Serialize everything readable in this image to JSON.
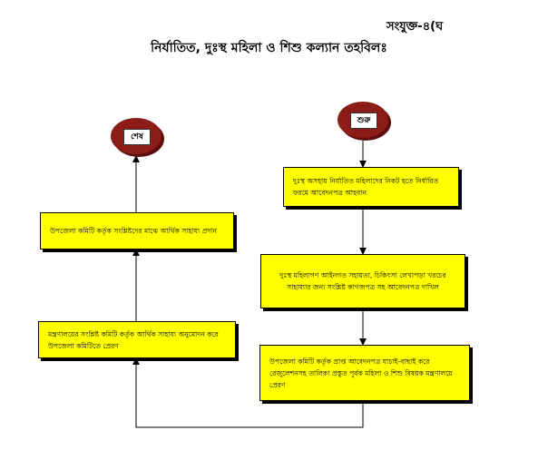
{
  "annex_label": "সংযুক্ত-৪(ঘ",
  "title": "নির্যাতিত, দুঃস্থ মহিলা ও শিশু কল্যান তহবিলঃ",
  "flow": {
    "start": "শুরু",
    "end": "শেষ",
    "steps": [
      "দুঃস্থ অসহায় নির্যাতিত মহিলাদের নিকট হতে নির্ধারিত ফরমে আবেদনপত্র আহবান",
      "দুঃস্থ মহিলাগণ আইনগত সহায়তা, চিকিৎসা লেখাপড়া খরচের সাহায্যার জন্য সংশ্লিষ্ট কাগজপত্র সহ আবেদনপত্র দাখিল",
      "উপজেলা কমিটি কর্তৃক প্রাপ্ত আবেদনপত্র যাচাই-বাছাই করে রেজুলেশনসহ তালিকা প্রস্তুত পূর্বক মহিলা ও শিশু বিষয়ক মন্ত্রণালয়ে প্রেরণ",
      "মন্ত্রণালয়ের সংশ্লিষ্ট কমিটি কর্তৃক আর্থিক সাহায্য অনুমোদন করে উপজেলা কমিটিতে প্রেরণ",
      "উপজেলা কমিটি কর্তৃক সংশ্লিষ্টদের মাঝে আর্থিক সাহায্য প্রদান"
    ]
  }
}
